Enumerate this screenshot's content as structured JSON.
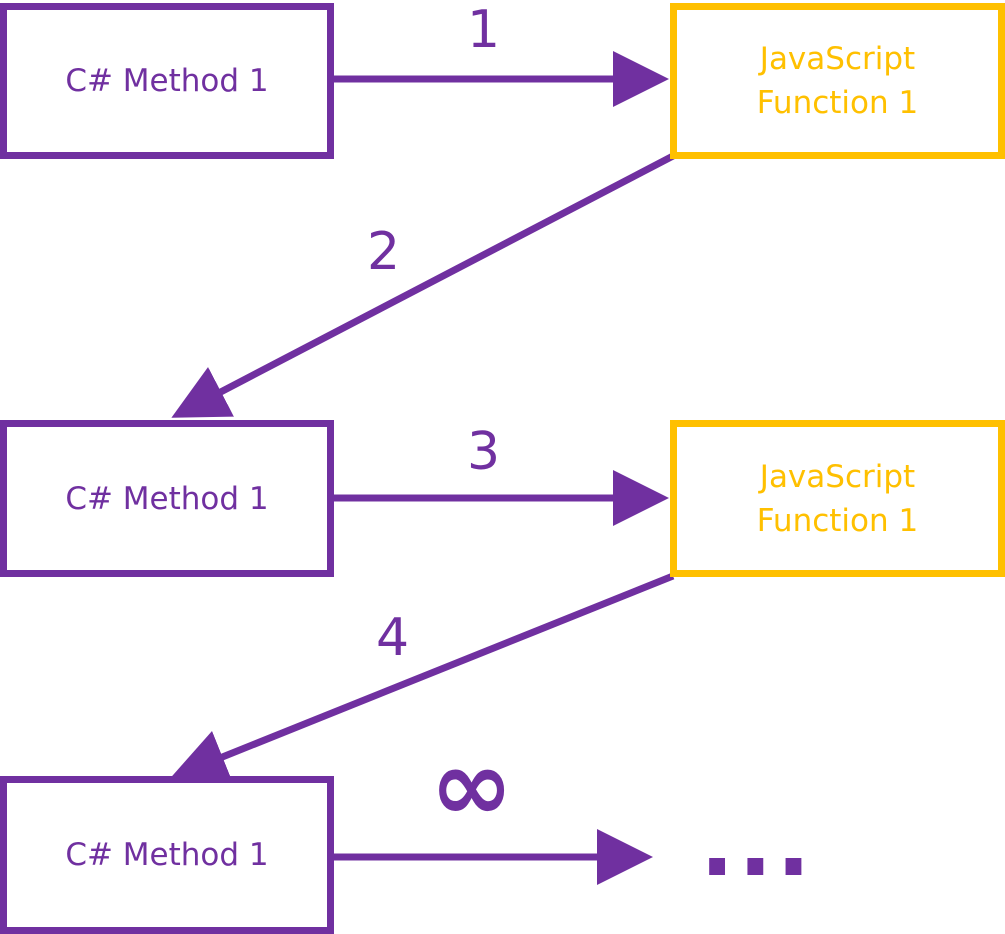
{
  "colors": {
    "csharp": "#7030a0",
    "javascript": "#ffc000",
    "arrow": "#7030a0"
  },
  "nodes": {
    "csharp_1": "C# Method 1",
    "js_1": {
      "line1": "JavaScript",
      "line2": "Function 1"
    },
    "csharp_2": "C# Method 1",
    "js_2": {
      "line1": "JavaScript",
      "line2": "Function 1"
    },
    "csharp_3": "C# Method 1"
  },
  "steps": {
    "s1": "1",
    "s2": "2",
    "s3": "3",
    "s4": "4"
  },
  "infinity": "∞",
  "ellipsis": "..."
}
